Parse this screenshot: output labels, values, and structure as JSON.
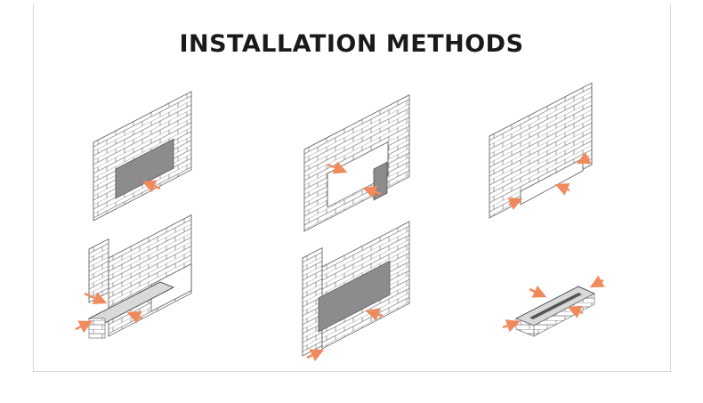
{
  "title": "INSTALLATION METHODS",
  "colors": {
    "arrow": "#f08a5d",
    "opening": "#8c8c8c",
    "line": "#555555",
    "burner": "#d9d9d9"
  },
  "methods": [
    {
      "icon": "recessed-wall-opening-illustration"
    },
    {
      "icon": "through-wall-opening-illustration"
    },
    {
      "icon": "wall-front-box-illustration"
    },
    {
      "icon": "corner-open-hearth-illustration"
    },
    {
      "icon": "corner-recess-illustration"
    },
    {
      "icon": "standalone-burner-illustration"
    }
  ]
}
